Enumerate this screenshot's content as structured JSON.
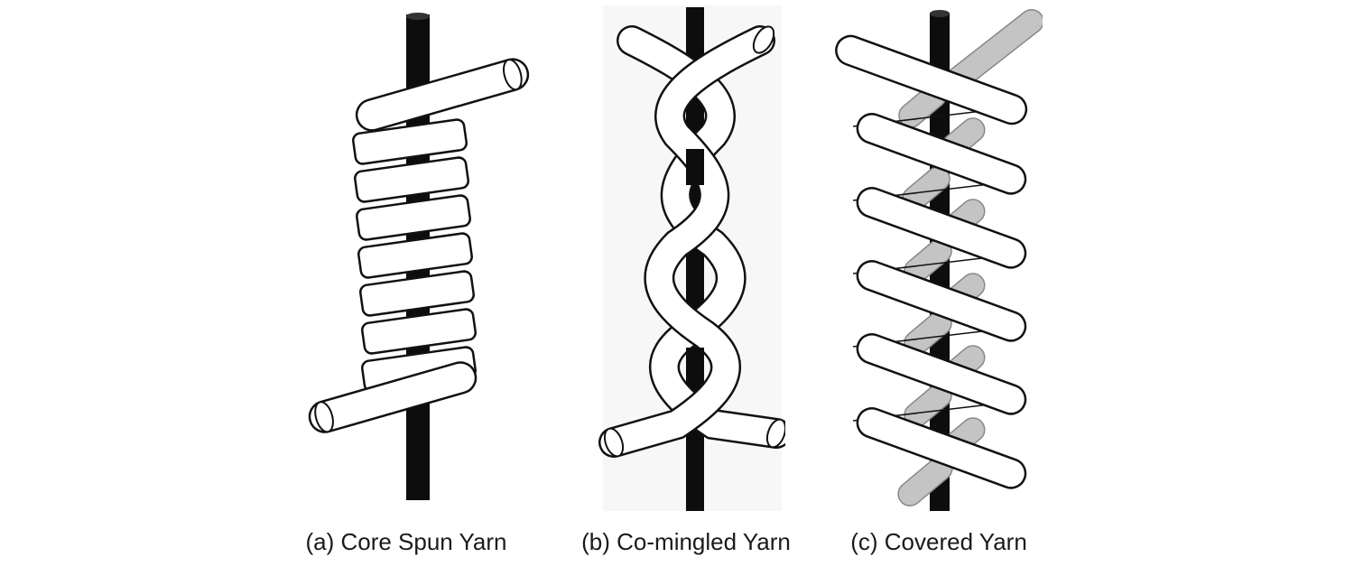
{
  "figure": {
    "panels": [
      {
        "id": "a",
        "caption": "(a) Core Spun Yarn"
      },
      {
        "id": "b",
        "caption": "(b) Co-mingled Yarn"
      },
      {
        "id": "c",
        "caption": "(c) Covered Yarn"
      }
    ]
  },
  "colors": {
    "core": "#0d0d0d",
    "outline": "#111111",
    "fill_white": "#ffffff",
    "fill_gray": "#c4c4c4",
    "panel_b_background": "#f7f7f7"
  }
}
